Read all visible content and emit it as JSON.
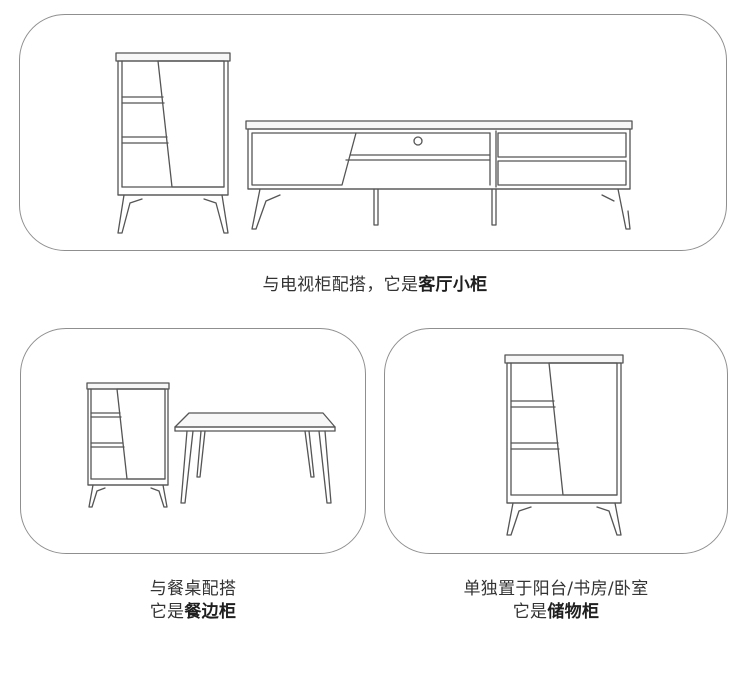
{
  "captions": {
    "top": {
      "prefix": "与电视柜配搭，它是",
      "emphasis": "客厅小柜"
    },
    "left": {
      "line1": "与餐桌配搭",
      "line2_prefix": "它是",
      "line2_emphasis": "餐边柜"
    },
    "right": {
      "line1": "单独置于阳台/书房/卧室",
      "line2_prefix": "它是",
      "line2_emphasis": "储物柜"
    }
  },
  "illustrations": {
    "top": [
      "side-cabinet",
      "tv-stand"
    ],
    "left": [
      "side-cabinet",
      "dining-table"
    ],
    "right": [
      "side-cabinet"
    ]
  },
  "colors": {
    "outline": "#555555",
    "panel_border": "#8f8f8f",
    "text": "#333333"
  }
}
